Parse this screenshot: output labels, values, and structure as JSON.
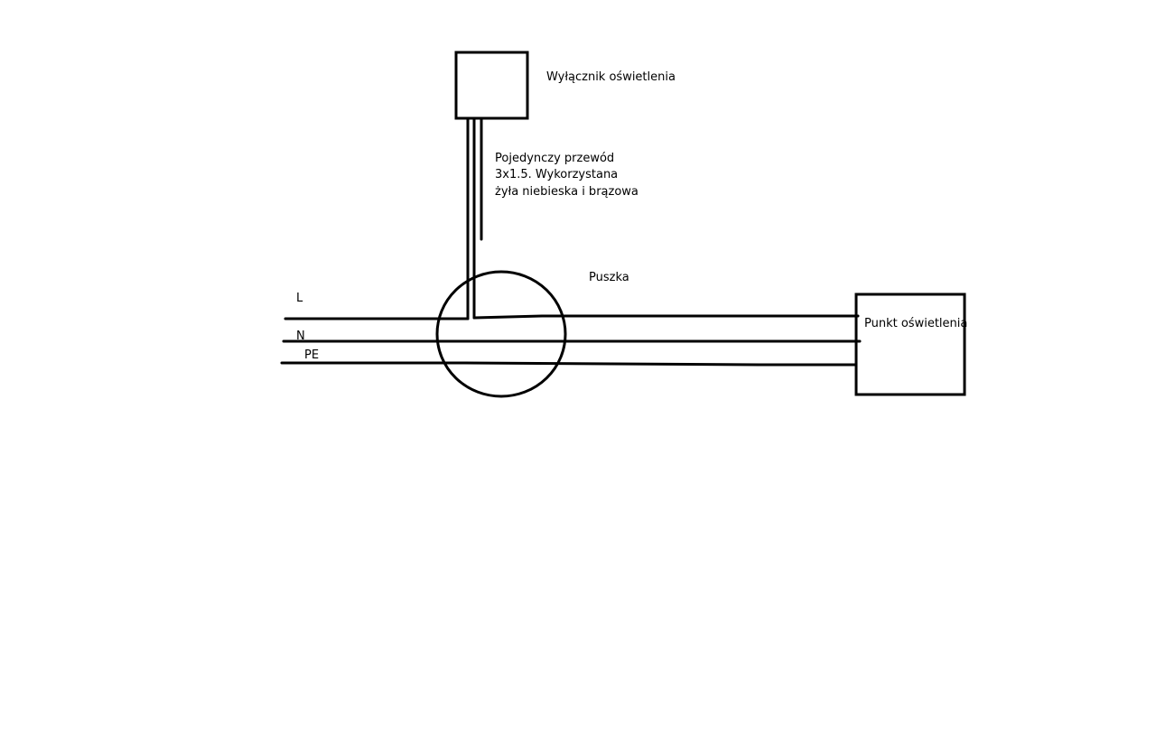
{
  "labels": {
    "switch": "Wyłącznik oświetlenia",
    "cable_line1": "Pojedynczy przewód",
    "cable_line2": "3x1.5. Wykorzystana",
    "cable_line3": "żyła niebieska i brązowa",
    "junction_box": "Puszka",
    "light_point": "Punkt oświetlenia",
    "wire_l": "L",
    "wire_n": "N",
    "wire_pe": "PE"
  },
  "colors": {
    "ink": "#000000",
    "background": "#ffffff"
  }
}
